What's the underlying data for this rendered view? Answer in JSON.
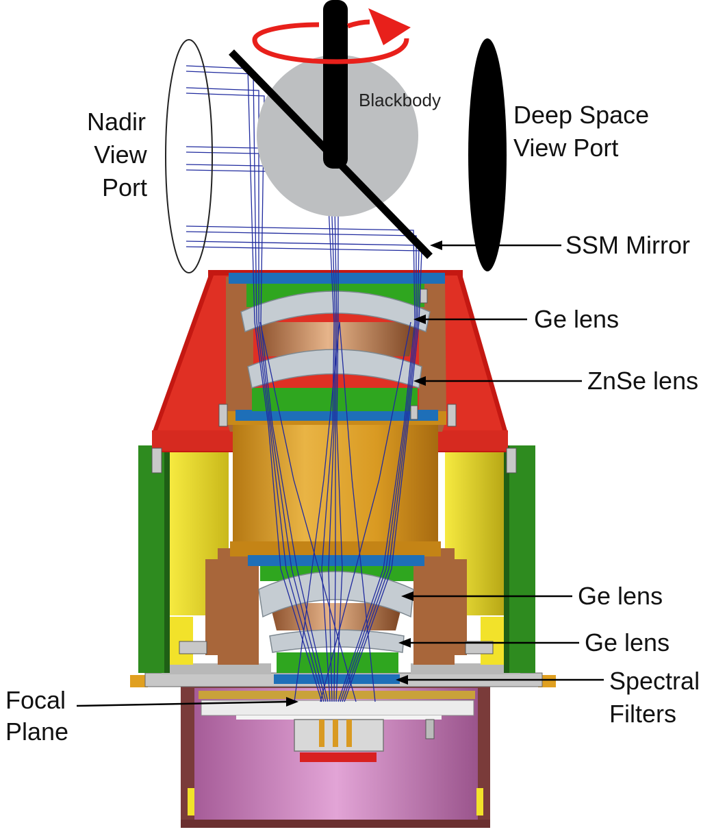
{
  "labels": {
    "nadir_view_port": [
      "Nadir",
      "View",
      "Port"
    ],
    "deep_space_view_port": [
      "Deep Space",
      "View Port"
    ],
    "blackbody": "Blackbody",
    "ssm_mirror": "SSM Mirror",
    "ge_lens_1": "Ge lens",
    "znse_lens": "ZnSe lens",
    "ge_lens_2": "Ge lens",
    "ge_lens_3": "Ge lens",
    "spectral_filters": [
      "Spectral",
      "Filters"
    ],
    "focal_plane": [
      "Focal",
      "Plane"
    ]
  },
  "colors": {
    "housing_red": "#d9251d",
    "housing_green": "#2e8b1f",
    "housing_yellow": "#f2e22a",
    "barrel_gold": "#d99a22",
    "bronze": "#a8663a",
    "lens_gray": "#c5ccd2",
    "lens_green": "#2fa61f",
    "filter_blue": "#1e6fb8",
    "dewar_pink": "#cc88c0",
    "ray_blue": "#1f2a9e",
    "rotation_arrow": "#e8201b",
    "blackbody_gray": "#bdbfc1"
  }
}
